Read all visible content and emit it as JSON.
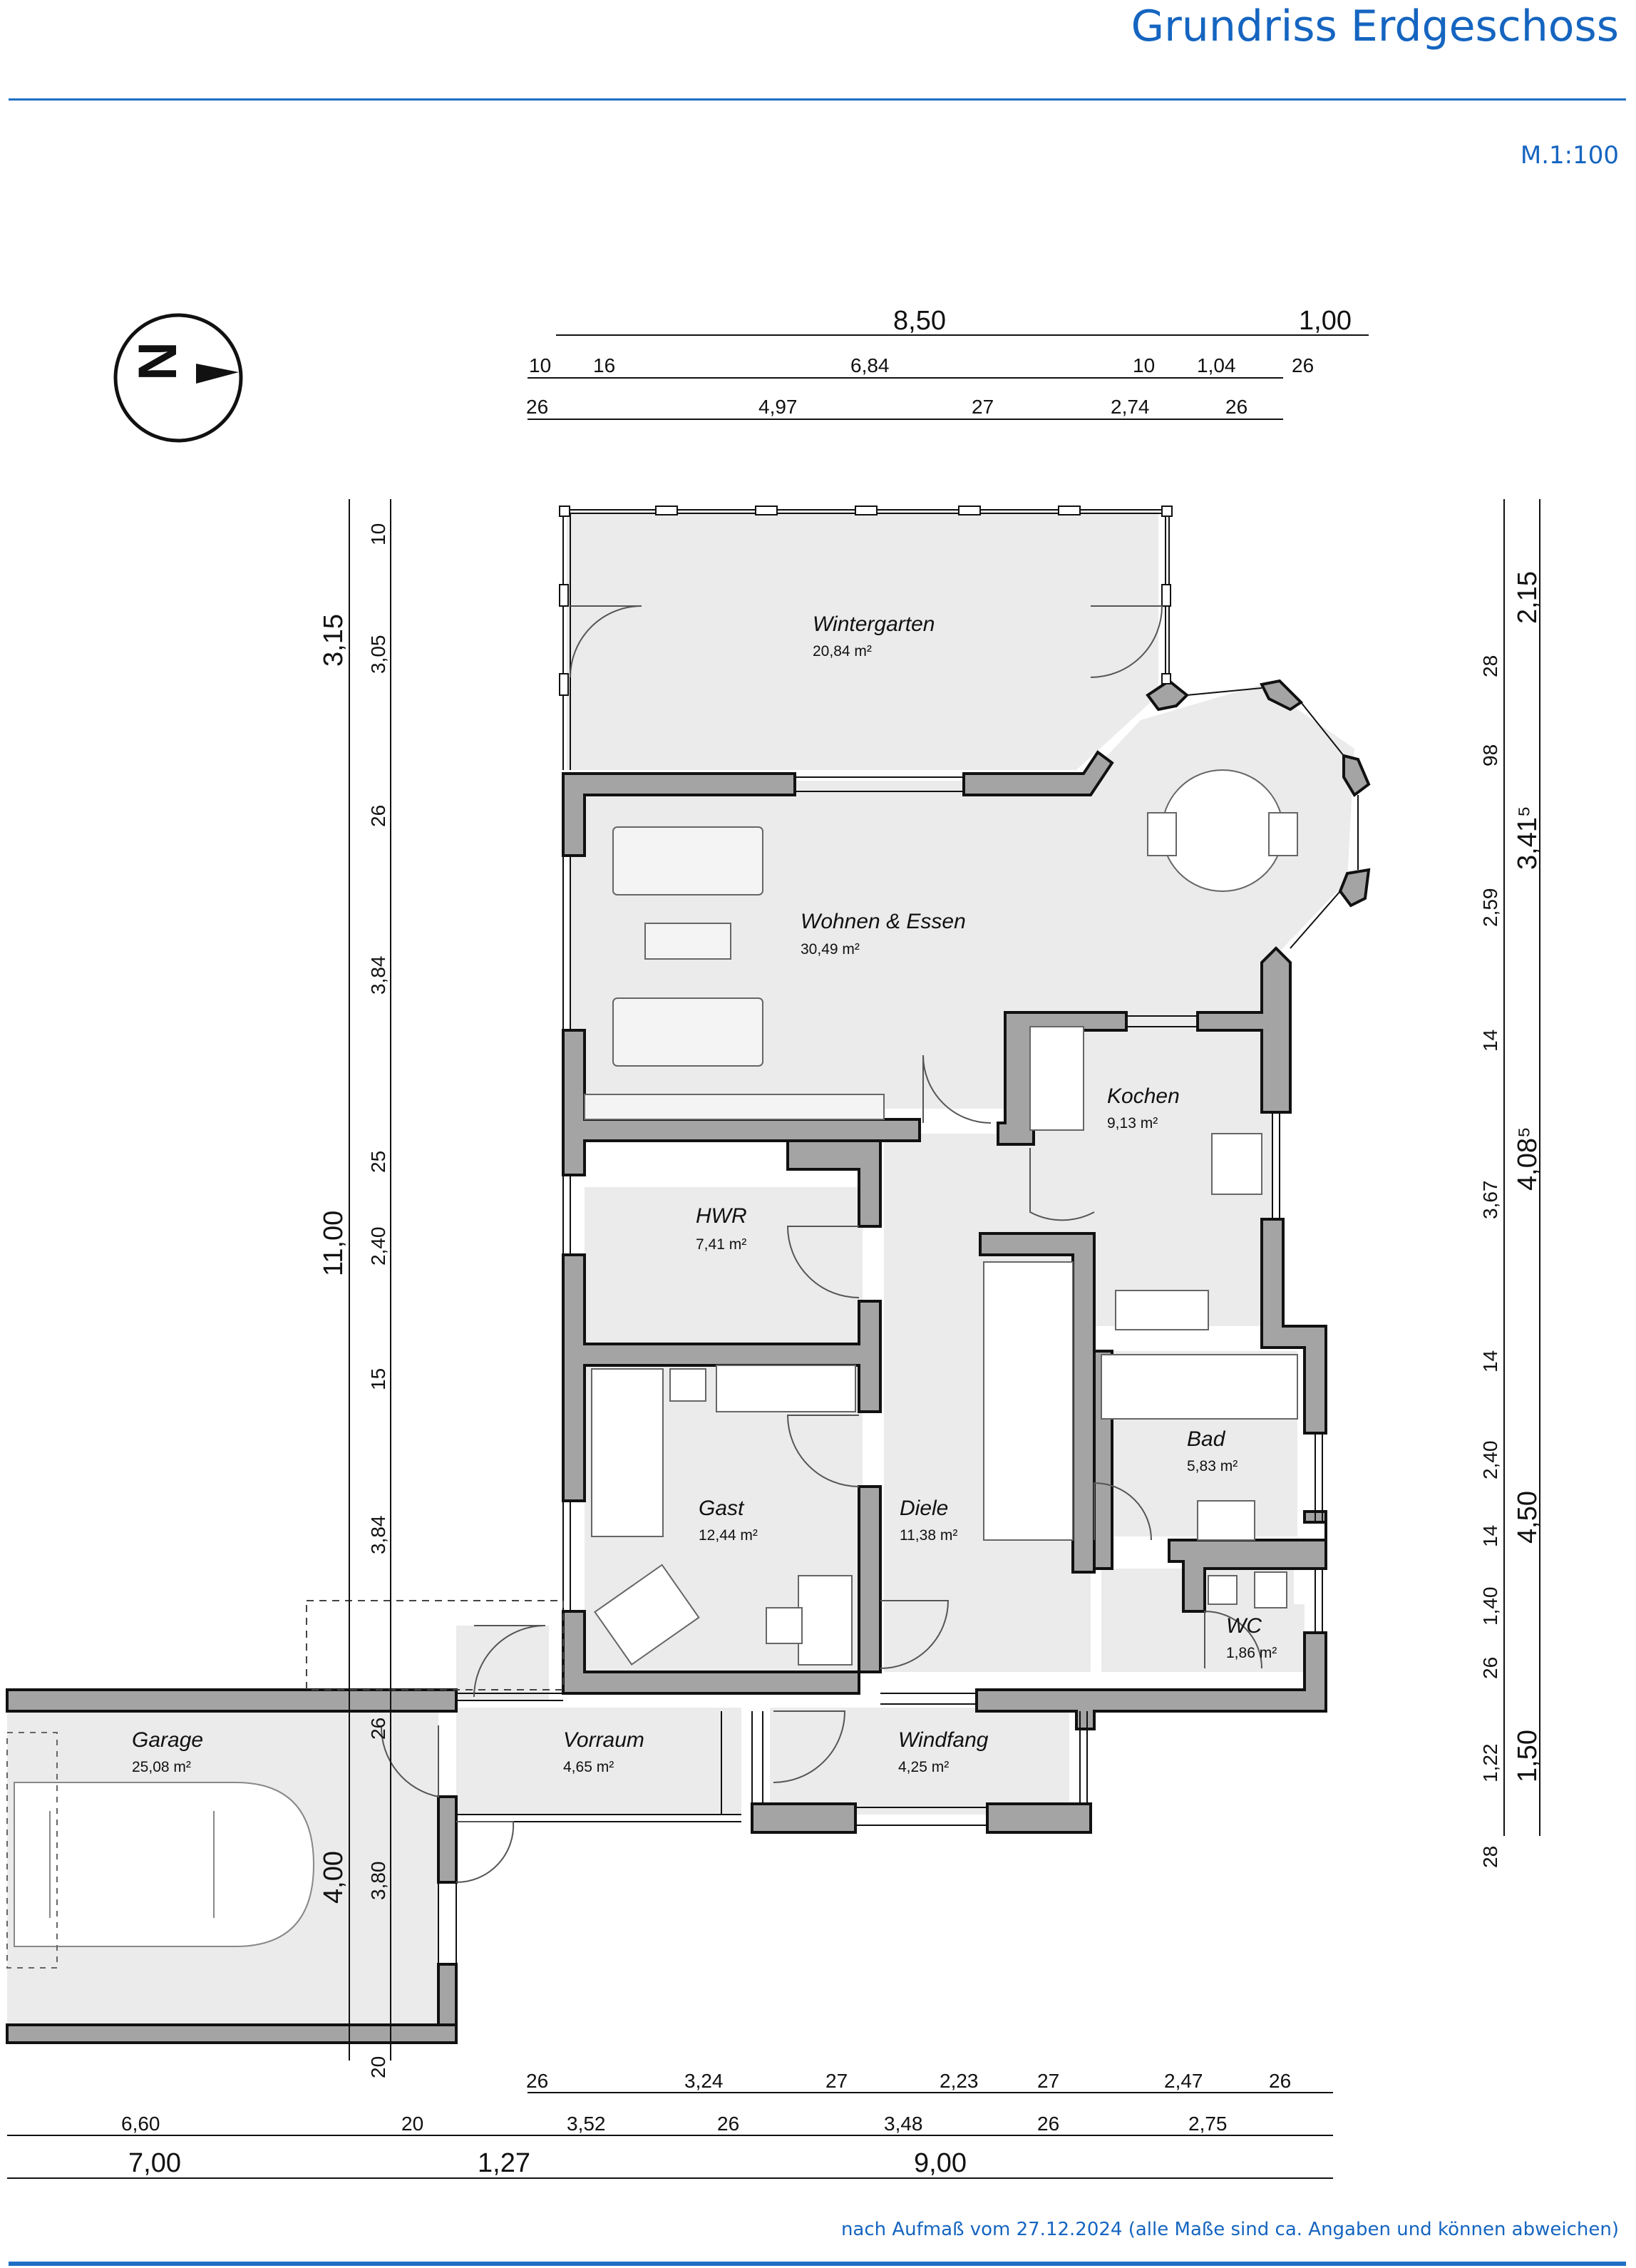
{
  "header": {
    "title": "Grundriss Erdgeschoss",
    "scale": "M.1:100"
  },
  "footer": {
    "note": "nach Aufmaß vom 27.12.2024 (alle Maße sind ca. Angaben und können abweichen)"
  },
  "compass": {
    "label": "N",
    "icon": "north-arrow-icon"
  },
  "rooms": {
    "wintergarten": {
      "name": "Wintergarten",
      "area": "20,84 m²"
    },
    "wohnen": {
      "name": "Wohnen & Essen",
      "area": "30,49 m²"
    },
    "kochen": {
      "name": "Kochen",
      "area": "9,13 m²"
    },
    "hwr": {
      "name": "HWR",
      "area": "7,41 m²"
    },
    "bad": {
      "name": "Bad",
      "area": "5,83 m²"
    },
    "gast": {
      "name": "Gast",
      "area": "12,44 m²"
    },
    "diele": {
      "name": "Diele",
      "area": "11,38 m²"
    },
    "wc": {
      "name": "WC",
      "area": "1,86 m²"
    },
    "garage": {
      "name": "Garage",
      "area": "25,08 m²"
    },
    "vorraum": {
      "name": "Vorraum",
      "area": "4,65 m²"
    },
    "windfang": {
      "name": "Windfang",
      "area": "4,25 m²"
    }
  },
  "dimensions": {
    "top_total": "8,50",
    "top_extra": "1,00",
    "top_r2": [
      "10",
      "16",
      "6,84",
      "10",
      "1,04",
      "26"
    ],
    "top_r3": [
      "26",
      "4,97",
      "27",
      "2,74",
      "26"
    ],
    "left_total": "11,00",
    "left_upper": "3,15",
    "left_garage": "4,00",
    "left_detail": [
      "10",
      "3,05",
      "26",
      "3,84",
      "25",
      "2,40",
      "15",
      "3,84",
      "26",
      "3,80",
      "20"
    ],
    "right_big": [
      "2,15",
      "3,41⁵",
      "4,08⁵",
      "4,50",
      "1,50"
    ],
    "right_detail": [
      "28",
      "98",
      "2,59",
      "14",
      "3,67",
      "14",
      "2,40",
      "14",
      "1,40",
      "26",
      "1,22",
      "28"
    ],
    "bottom_r1": [
      "26",
      "3,24",
      "27",
      "2,23",
      "27",
      "2,47",
      "26"
    ],
    "bottom_r2": [
      "6,60",
      "20",
      "3,52",
      "26",
      "3,48",
      "26",
      "2,75"
    ],
    "bottom_r3": [
      "7,00",
      "1,27",
      "9,00"
    ]
  }
}
